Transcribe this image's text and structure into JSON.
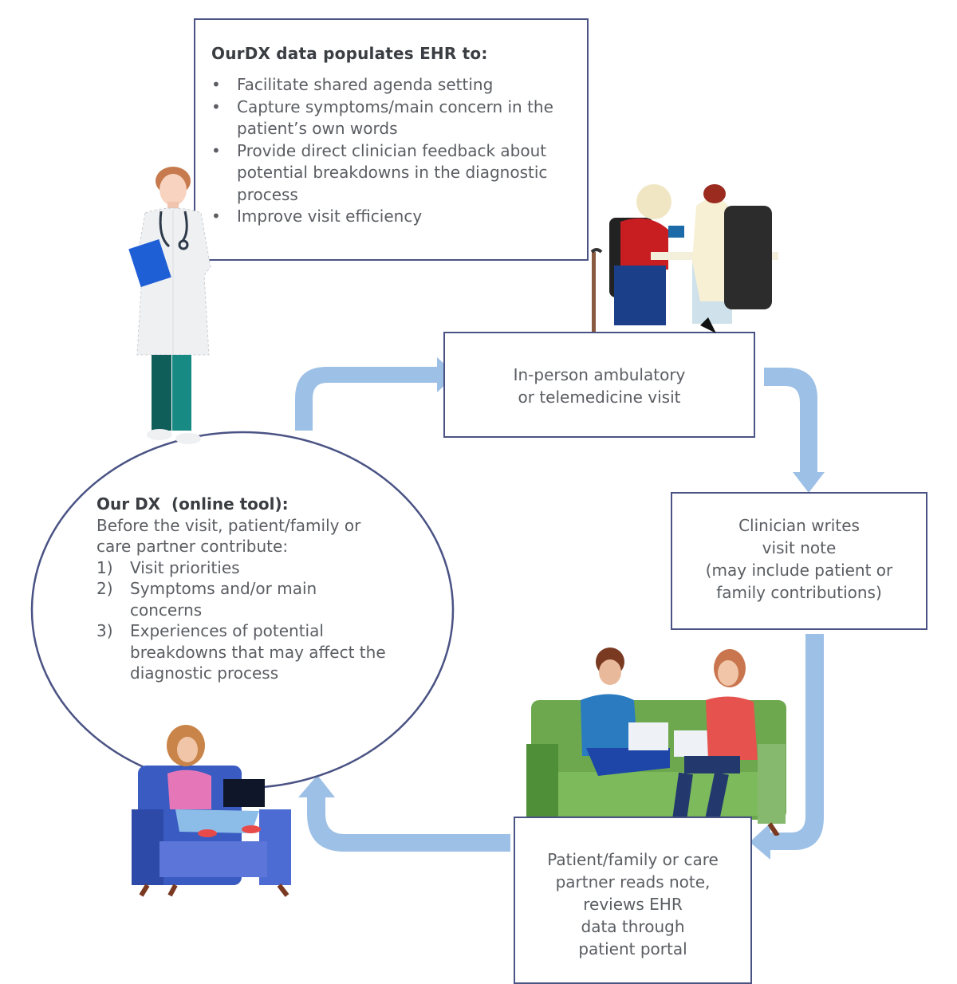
{
  "ehr_box": {
    "title": "OurDX data populates EHR to:",
    "bullet_glyph": "•",
    "items": [
      "Facilitate shared agenda setting",
      "Capture symptoms/main concern in the patient’s own words",
      "Provide direct clinician feedback about potential breakdowns in the diagnostic process",
      "Improve visit efficiency"
    ]
  },
  "visit_box": {
    "lines": [
      "In-person ambulatory",
      "or telemedicine visit"
    ]
  },
  "note_box": {
    "lines": [
      "Clinician writes",
      "visit note",
      "(may include patient or",
      "family contributions)"
    ]
  },
  "portal_box": {
    "lines": [
      "Patient/family or care",
      "partner reads note,",
      "reviews EHR",
      "data through",
      "patient portal"
    ]
  },
  "ourdx_circle": {
    "title": "Our DX  (online tool):",
    "intro": "Before the visit, patient/family or care partner contribute:",
    "items": [
      {
        "num": "1)",
        "text": "Visit priorities"
      },
      {
        "num": "2)",
        "text": "Symptoms and/or main concerns"
      },
      {
        "num": "3)",
        "text": "Experiences of potential breakdowns that may affect the diagnostic process"
      }
    ]
  },
  "colors": {
    "box_border": "#4a5384",
    "arrow": "#9dc0e6",
    "text": "#5a5d62",
    "title_text": "#3a3d42"
  },
  "illustrations": [
    "doctor-with-clipboard-illustration",
    "clinic-visit-illustration",
    "couple-on-sofa-illustration",
    "woman-on-armchair-illustration"
  ]
}
